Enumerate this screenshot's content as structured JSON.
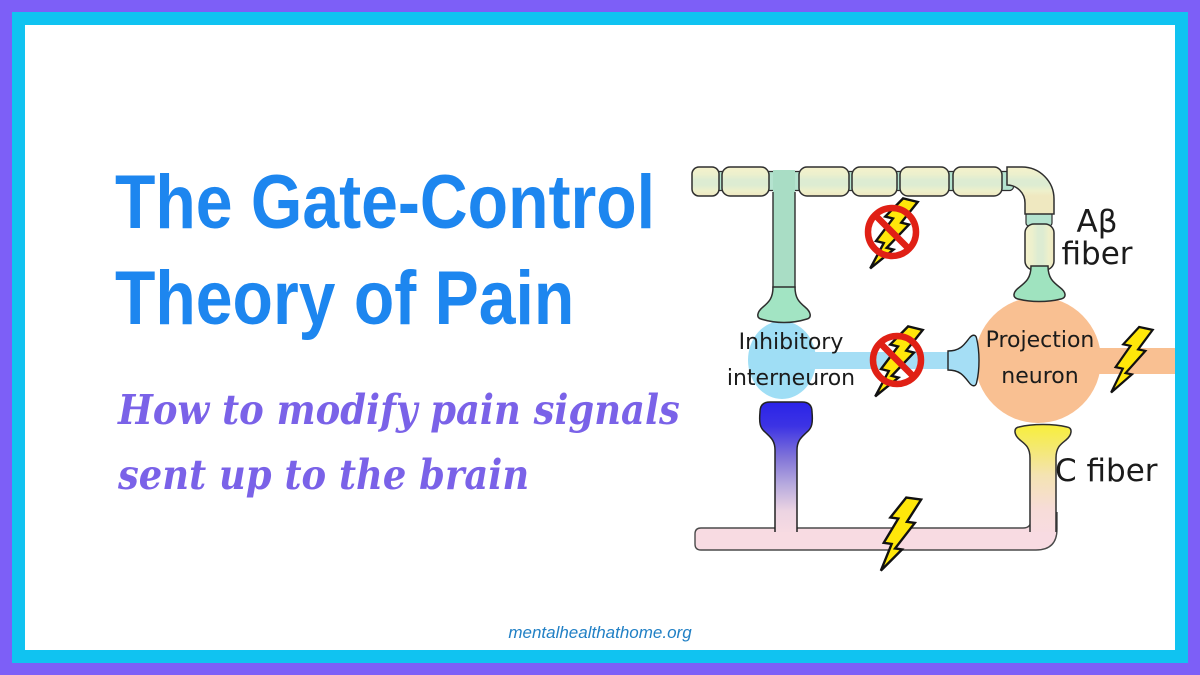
{
  "hero": {
    "title": [
      "The Gate-Control",
      "Theory of Pain"
    ],
    "subtitle": [
      "How to modify pain signals",
      "sent up to the brain"
    ],
    "website": "mentalhealthathome.org"
  },
  "diagram": {
    "ab_fiber_label": [
      "Aβ",
      "fiber"
    ],
    "inhibitory_label": [
      "Inhibitory",
      "interneuron"
    ],
    "projection_label": [
      "Projection",
      "neuron"
    ],
    "c_fiber_label": "C fiber",
    "icons": {
      "pain_signal": "lightning-bolt",
      "blocked_signal": "lightning-bolt-with-red-prohibition-circle"
    }
  },
  "colors": {
    "outer_border": "#7d5ff7",
    "inner_border": "#10c3f1",
    "title_blue": "#1d86ef",
    "subtitle_purple": "#7a62e8",
    "website_blue": "#2180c5",
    "myelin_cream": "#f6f2cc",
    "axon_mint": "#a9ddc5",
    "node_teal": "#b4e3cf",
    "interneuron_blue": "#9fdef5",
    "projection_peach": "#f9c092",
    "c_fiber_pink": "#f8dbe2",
    "c_fiber_yellow": "#f8ee3b",
    "c_fiber_royal_blue": "#2a23e8",
    "bolt_yellow": "#ffe70a",
    "prohibition_red": "#e02015",
    "label_black": "#1b1b1b"
  }
}
